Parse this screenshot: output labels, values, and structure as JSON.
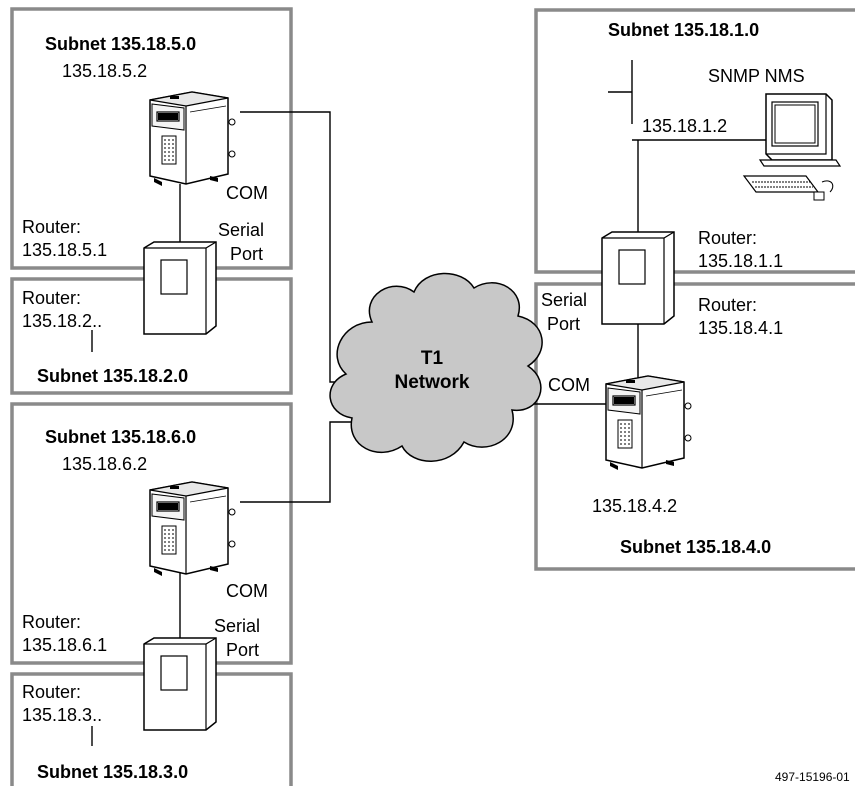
{
  "subnets": {
    "s5": {
      "title": "Subnet 135.18.5.0",
      "host_ip": "135.18.5.2",
      "com": "COM",
      "router_label": "Router:",
      "router_ip": "135.18.5.1",
      "serial_1": "Serial",
      "serial_2": "Port"
    },
    "s2": {
      "title": "Subnet 135.18.2.0",
      "router_label": "Router:",
      "router_ip": "135.18.2.."
    },
    "s6": {
      "title": "Subnet 135.18.6.0",
      "host_ip": "135.18.6.2",
      "com": "COM",
      "router_label": "Router:",
      "router_ip": "135.18.6.1",
      "serial_1": "Serial",
      "serial_2": "Port"
    },
    "s3": {
      "title": "Subnet 135.18.3.0",
      "router_label": "Router:",
      "router_ip": "135.18.3.."
    },
    "s1": {
      "title": "Subnet 135.18.1.0",
      "nms_label": "SNMP NMS",
      "nms_ip": "135.18.1.2",
      "router_label": "Router:",
      "router_ip": "135.18.1.1"
    },
    "s4": {
      "title": "Subnet 135.18.4.0",
      "serial_1": "Serial",
      "serial_2": "Port",
      "router_label": "Router:",
      "router_ip": "135.18.4.1",
      "com": "COM",
      "host_ip": "135.18.4.2"
    }
  },
  "cloud": {
    "line1": "T1",
    "line2": "Network"
  },
  "figure_id": "497-15196-01",
  "colors": {
    "box_border": "#8a8a8a",
    "cloud_fill": "#c8c8c8",
    "line": "#000000"
  }
}
